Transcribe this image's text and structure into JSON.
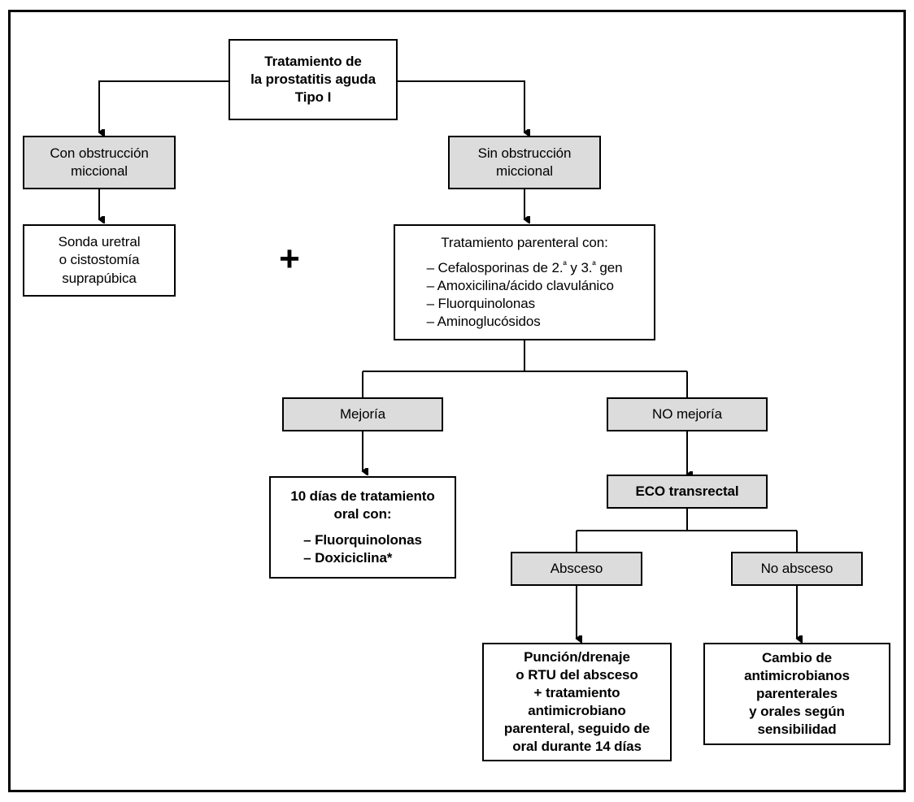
{
  "diagram": {
    "title": "Tratamiento de la prostatitis aguda Tipo I",
    "plus_symbol": "+",
    "colors": {
      "fill_gray": "#dcdcdc",
      "fill_white": "#ffffff",
      "stroke": "#000000"
    }
  },
  "nodes": {
    "root": {
      "id": "root",
      "lines": [
        "Tratamiento de",
        "la prostatitis aguda",
        "Tipo I"
      ],
      "fill": "white",
      "bold": true
    },
    "con_obstruccion": {
      "id": "con-obstruccion-miccional",
      "lines": [
        "Con obstrucción",
        "miccional"
      ],
      "fill": "gray",
      "bold": false
    },
    "sin_obstruccion": {
      "id": "sin-obstruccion-miccional",
      "lines": [
        "Sin obstrucción",
        "miccional"
      ],
      "fill": "gray",
      "bold": false
    },
    "sonda": {
      "id": "sonda-uretral",
      "lines": [
        "Sonda uretral",
        "o cistostomía",
        "suprapúbica"
      ],
      "fill": "white",
      "bold": false
    },
    "parenteral": {
      "id": "tratamiento-parenteral",
      "heading": "Tratamiento parenteral con:",
      "bullets": [
        "– Cefalosporinas de 2.ª y 3.ª gen",
        "– Amoxicilina/ácido clavulánico",
        "– Fluorquinolonas",
        "– Aminoglucósidos"
      ],
      "bullet_parts": [
        {
          "prefix": "– Cefalosporinas de 2.",
          "ord1": "ª",
          "mid": " y 3.",
          "ord2": "ª",
          "suffix": " gen"
        }
      ],
      "fill": "white",
      "bold": false
    },
    "mejoria": {
      "id": "mejoria",
      "lines": [
        "Mejoría"
      ],
      "fill": "gray",
      "bold": false
    },
    "no_mejoria": {
      "id": "no-mejoria",
      "lines": [
        "NO mejoría"
      ],
      "fill": "gray",
      "bold": false
    },
    "oral_10_dias": {
      "id": "tratamiento-oral-10-dias",
      "heading_lines": [
        "10 días de tratamiento",
        "oral con:"
      ],
      "bullets": [
        "– Fluorquinolonas",
        "– Doxiciclina*"
      ],
      "fill": "white",
      "bold": true
    },
    "eco": {
      "id": "eco-transrectal",
      "lines": [
        "ECO transrectal"
      ],
      "fill": "gray",
      "bold": true
    },
    "absceso": {
      "id": "absceso",
      "lines": [
        "Absceso"
      ],
      "fill": "gray",
      "bold": false
    },
    "no_absceso": {
      "id": "no-absceso",
      "lines": [
        "No absceso"
      ],
      "fill": "gray",
      "bold": false
    },
    "puncion": {
      "id": "puncion-drenaje",
      "lines": [
        "Punción/drenaje",
        "o RTU del absceso",
        "+ tratamiento",
        "antimicrobiano",
        "parenteral, seguido de",
        "oral durante 14 días"
      ],
      "fill": "white",
      "bold": true
    },
    "cambio": {
      "id": "cambio-antimicrobianos",
      "lines": [
        "Cambio de",
        "antimicrobianos",
        "parenterales",
        "y orales según",
        "sensibilidad"
      ],
      "fill": "white",
      "bold": true
    }
  }
}
